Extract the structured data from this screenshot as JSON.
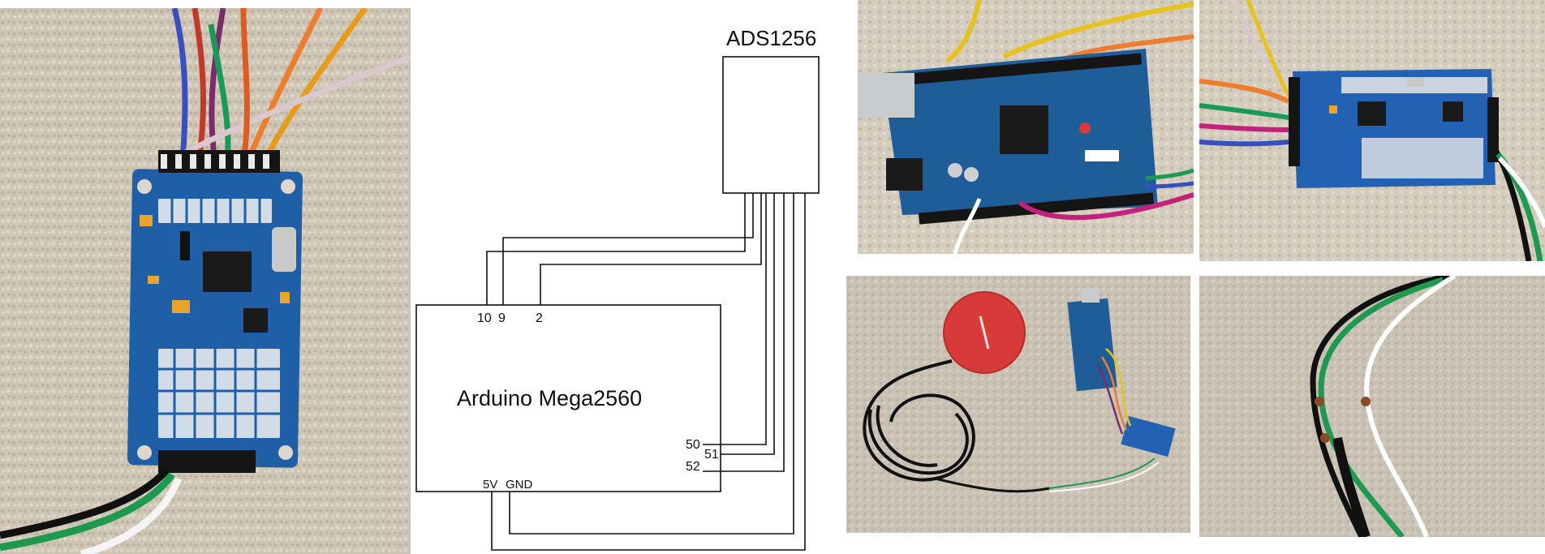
{
  "schematic": {
    "ads_label": "ADS1256",
    "arduino_label": "Arduino Mega2560",
    "pins_top": [
      "10",
      "9",
      "2"
    ],
    "pins_right": [
      "50",
      "51",
      "52"
    ],
    "pins_bottom": [
      "5V",
      "GND"
    ]
  },
  "photos": [
    {
      "name": "ads1256-module-closeup",
      "subject": "ADS1256 ADC board with jumper wires on carpet"
    },
    {
      "name": "arduino-mega-board",
      "subject": "SunFounder Mega2560 board with wires attached"
    },
    {
      "name": "ads1256-module-wired",
      "subject": "ADS1256 module with colored wires"
    },
    {
      "name": "full-setup",
      "subject": "Piezo sensor disc, coiled cable, Arduino and ADS1256 on carpet"
    },
    {
      "name": "wire-splice-closeup",
      "subject": "Black/green and white wires spliced together"
    }
  ],
  "colors": {
    "carpet": "#cfc6b6",
    "pcb_blue": "#1f5fa8",
    "mega_blue": "#1f5d99",
    "piezo_red": "#d83a3a",
    "line": "#111111"
  }
}
